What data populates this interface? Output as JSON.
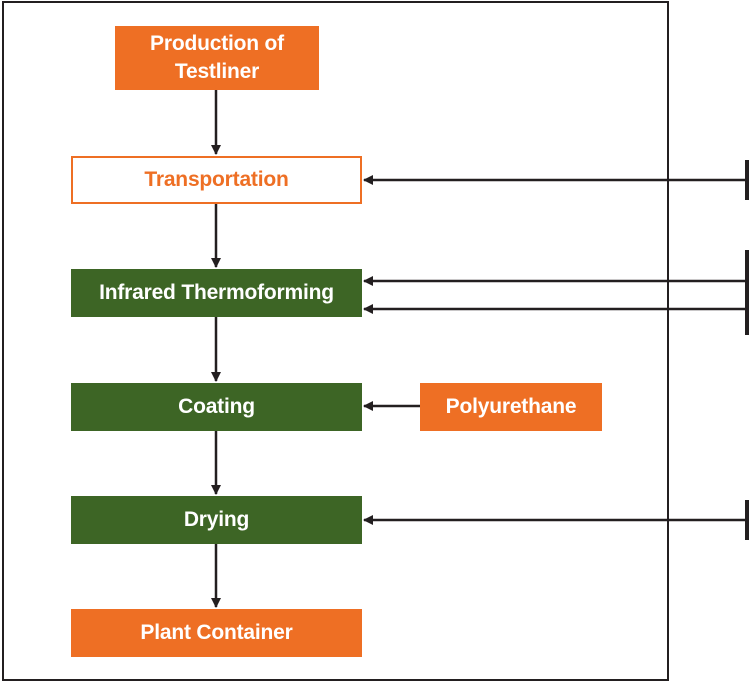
{
  "diagram": {
    "nodes": {
      "production": "Production of Testliner",
      "transportation": "Transportation",
      "thermoforming": "Infrared Thermoforming",
      "coating": "Coating",
      "polyurethane": "Polyurethane",
      "drying": "Drying",
      "plant_container": "Plant Container"
    },
    "edges": [
      {
        "from": "production",
        "to": "transportation"
      },
      {
        "from": "transportation",
        "to": "thermoforming"
      },
      {
        "from": "thermoforming",
        "to": "coating"
      },
      {
        "from": "coating",
        "to": "drying"
      },
      {
        "from": "drying",
        "to": "plant_container"
      },
      {
        "from": "polyurethane",
        "to": "coating"
      },
      {
        "from": "external",
        "to": "transportation"
      },
      {
        "from": "external",
        "to": "thermoforming"
      },
      {
        "from": "external",
        "to": "thermoforming"
      },
      {
        "from": "external",
        "to": "drying"
      }
    ],
    "colors": {
      "orange": "#ee6f24",
      "green": "#3d6525",
      "line": "#231f20"
    }
  }
}
